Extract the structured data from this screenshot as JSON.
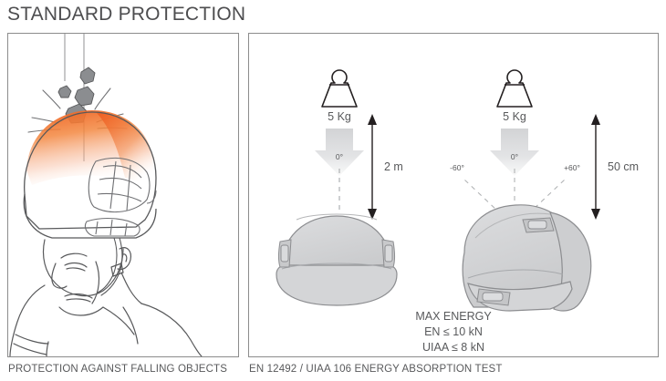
{
  "header": {
    "title": "STANDARD PROTECTION"
  },
  "panels": {
    "left": {
      "caption": "PROTECTION AGAINST FALLING OBJECTS",
      "illustration": "climber-wearing-helmet-struck-by-falling-rocks",
      "impact_color": "#ef6023"
    },
    "right": {
      "caption": "EN 12492 / UIAA 106 ENERGY ABSORPTION TEST",
      "tests": [
        {
          "name": "vertical-impact-test",
          "weight": "5 Kg",
          "angle_labels": [
            "0°"
          ],
          "drop_height": "2 m",
          "helmet_view": "front"
        },
        {
          "name": "lateral-impact-test",
          "weight": "5 Kg",
          "angle_labels": [
            "-60°",
            "0°",
            "+60°"
          ],
          "drop_height": "50 cm",
          "helmet_view": "three-quarter"
        }
      ],
      "max_energy": {
        "heading": "MAX ENERGY",
        "lines": [
          "EN ≤ 10 kN",
          "UIAA ≤ 8 kN"
        ]
      }
    }
  },
  "colors": {
    "ink": "#58595b",
    "line": "#8c8c8c",
    "helmet_fill": "#d4d5d7",
    "arrow_gray": "#d9dadb",
    "impact_orange": "#ef6023"
  }
}
